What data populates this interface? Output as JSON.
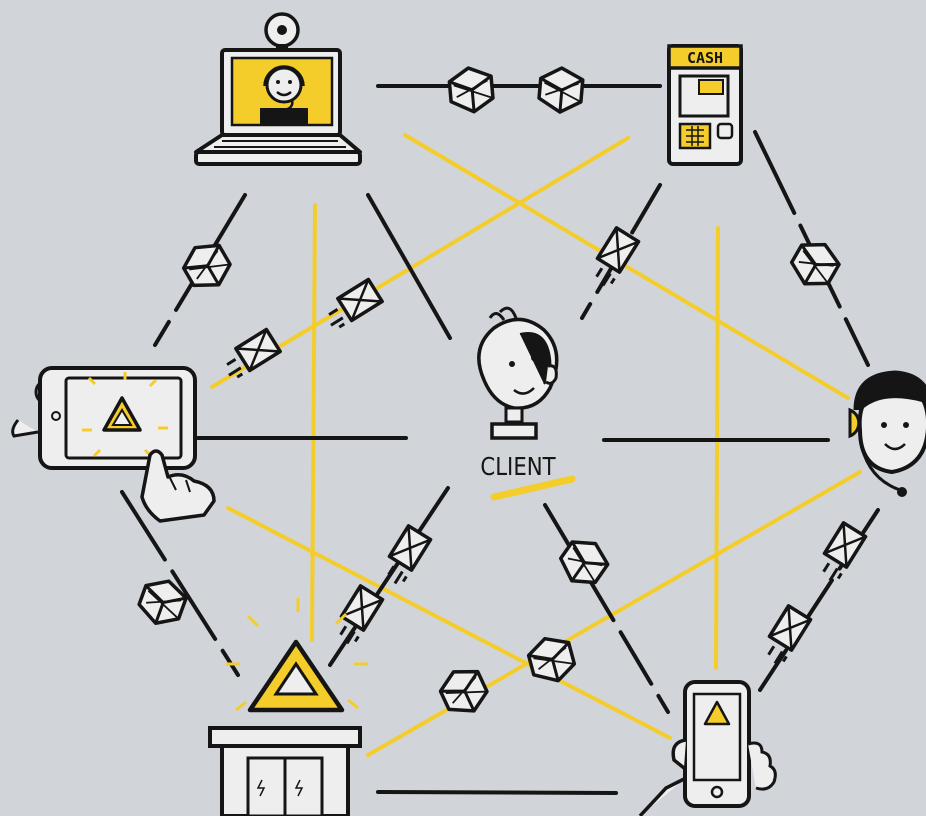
{
  "diagram": {
    "center_label": "CLIENT",
    "colors": {
      "background": "#d1d4d9",
      "accent_yellow": "#f5cd2a",
      "ink": "#151515",
      "paper": "#eeeeee"
    },
    "nodes": [
      {
        "name": "support-agent-laptop-node",
        "icon": "laptop-headset-agent"
      },
      {
        "name": "atm-cash-machine-node",
        "icon": "atm-icon"
      },
      {
        "name": "tablet-app-node",
        "icon": "tablet-icon"
      },
      {
        "name": "client-person-node",
        "icon": "person-icon"
      },
      {
        "name": "call-center-agent-node",
        "icon": "headset-agent-icon"
      },
      {
        "name": "bank-branch-node",
        "icon": "bank-building-icon"
      },
      {
        "name": "mobile-phone-app-node",
        "icon": "smartphone-icon"
      }
    ],
    "connector_icons": [
      "package-box-icon",
      "envelope-icon"
    ]
  }
}
